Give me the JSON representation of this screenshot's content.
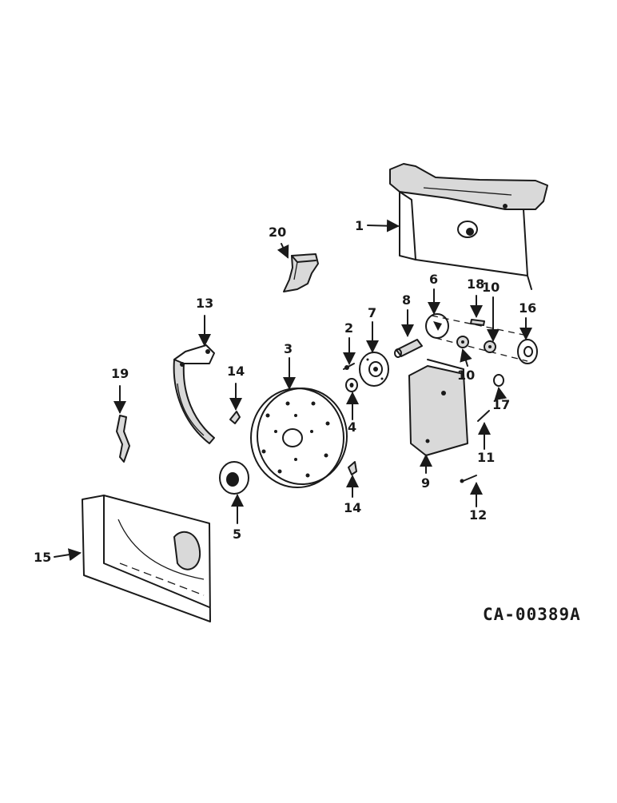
{
  "drawing_number": "CA-00389A",
  "callouts": [
    {
      "id": "c1",
      "text": "1"
    },
    {
      "id": "c2",
      "text": "2"
    },
    {
      "id": "c3",
      "text": "3"
    },
    {
      "id": "c4",
      "text": "4"
    },
    {
      "id": "c5",
      "text": "5"
    },
    {
      "id": "c6",
      "text": "6"
    },
    {
      "id": "c7",
      "text": "7"
    },
    {
      "id": "c8",
      "text": "8"
    },
    {
      "id": "c9",
      "text": "9"
    },
    {
      "id": "c10a",
      "text": "10"
    },
    {
      "id": "c10b",
      "text": "10"
    },
    {
      "id": "c11",
      "text": "11"
    },
    {
      "id": "c12",
      "text": "12"
    },
    {
      "id": "c13",
      "text": "13"
    },
    {
      "id": "c14a",
      "text": "14"
    },
    {
      "id": "c14b",
      "text": "14"
    },
    {
      "id": "c15",
      "text": "15"
    },
    {
      "id": "c16",
      "text": "16"
    },
    {
      "id": "c17",
      "text": "17"
    },
    {
      "id": "c18",
      "text": "18"
    },
    {
      "id": "c19",
      "text": "19"
    },
    {
      "id": "c20",
      "text": "20"
    }
  ]
}
